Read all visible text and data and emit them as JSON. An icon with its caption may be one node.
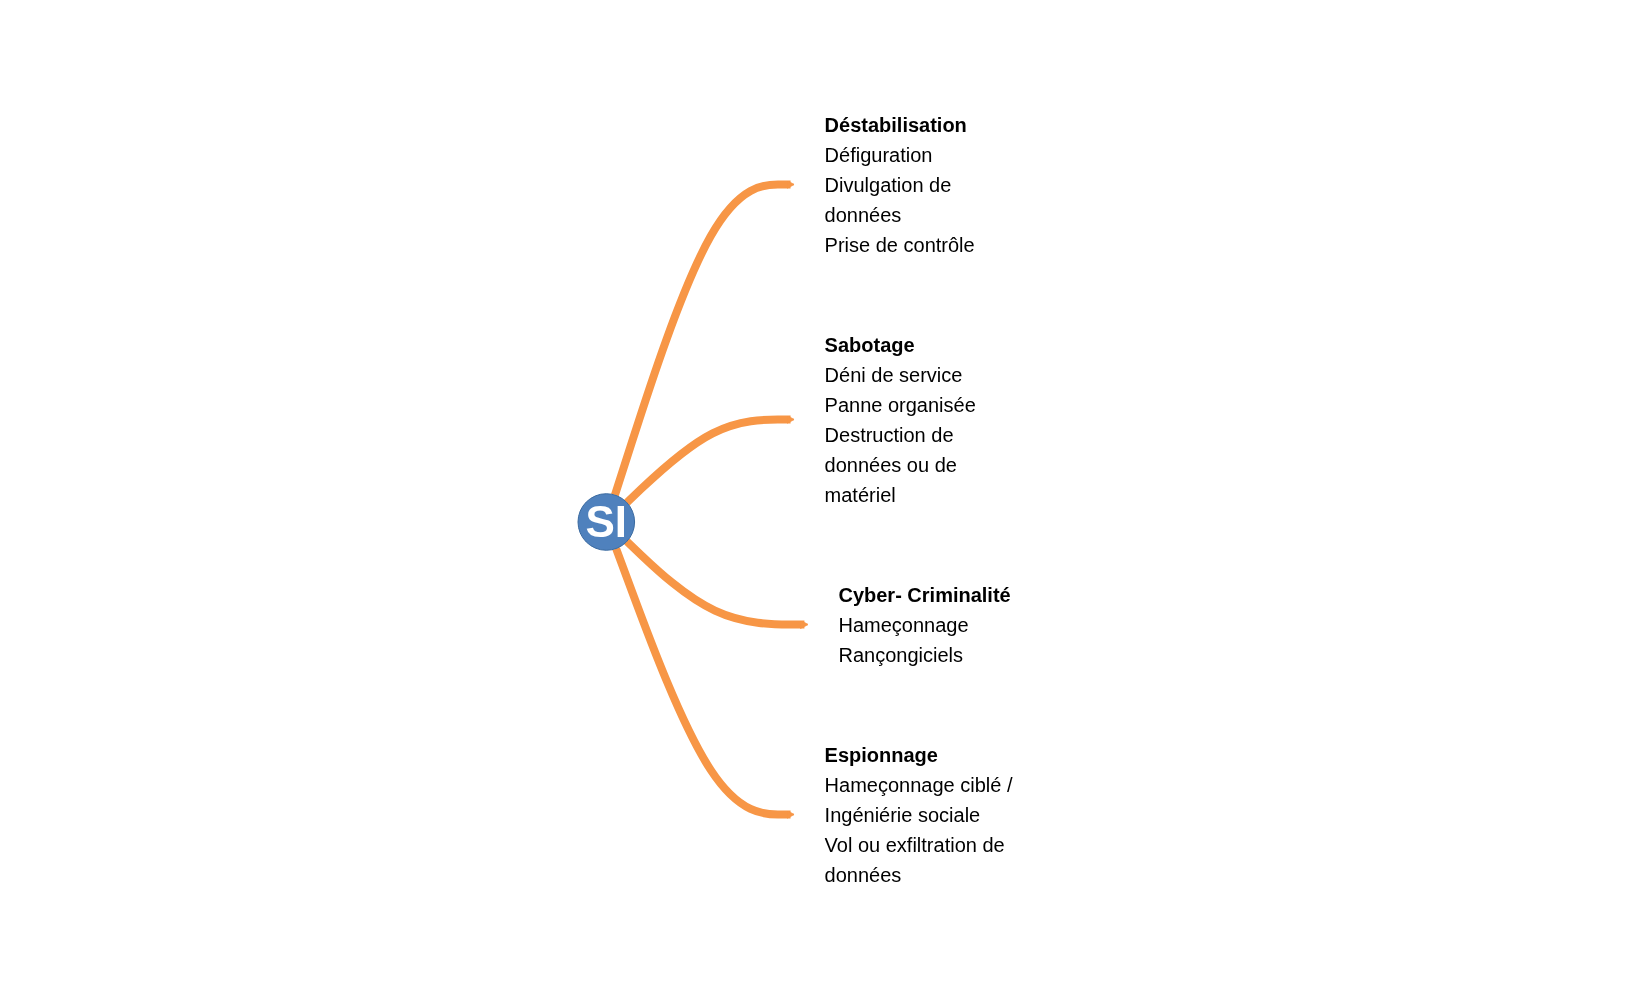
{
  "diagram": {
    "nodes": [
      {
        "text": [
          "Déstabilisation"
        ],
        "beside": [
          "Défiguration",
          "Divulgation de données",
          "Prise de contrôle"
        ]
      },
      {
        "text": [
          "Sabotage"
        ],
        "beside": [
          "Déni de service",
          "Panne organisée",
          "Destruction de données ou de matériel"
        ]
      },
      {
        "text": [
          "SI"
        ]
      },
      {
        "text": [
          "Cyber- Criminalité"
        ],
        "beside": [
          "Hameçonnage",
          "Rançongiciels"
        ]
      },
      {
        "text": [
          "Espionnage"
        ],
        "beside": [
          "Hameçonnage ciblé / Ingéniérie sociale",
          "Vol ou exfiltration de données"
        ]
      }
    ],
    "edges": [
      {
        "from": 2,
        "to": 0,
        "arrow": "to"
      },
      {
        "from": 2,
        "to": 1,
        "arrow": "to"
      },
      {
        "from": 2,
        "to": 3,
        "arrow": "to"
      },
      {
        "from": 2,
        "to": 4,
        "arrow": "to"
      }
    ]
  }
}
